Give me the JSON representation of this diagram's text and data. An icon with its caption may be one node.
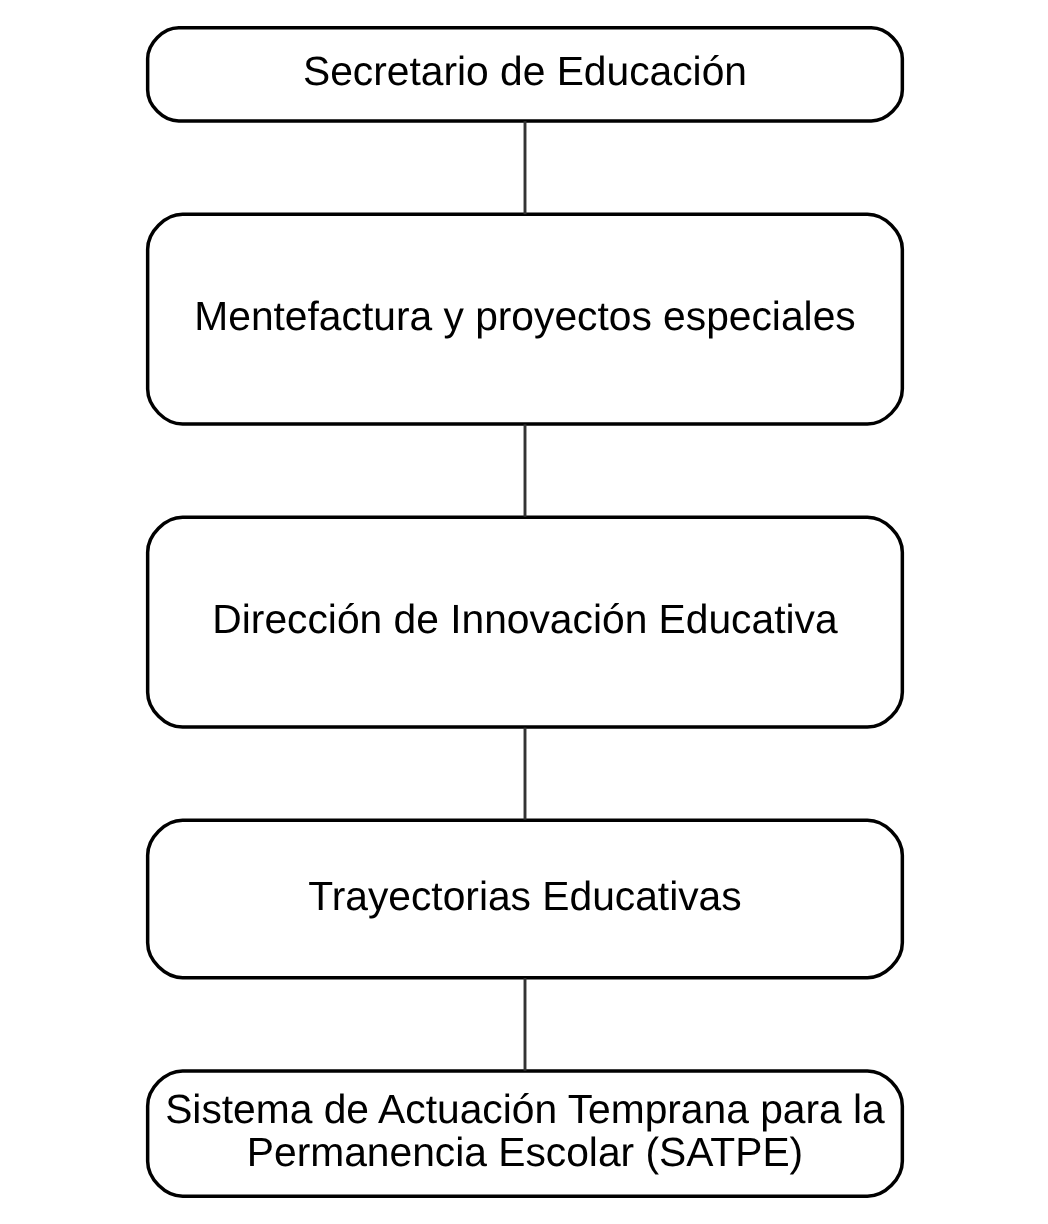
{
  "diagram": {
    "nodes": [
      {
        "text": [
          "Secretario de Educación"
        ]
      },
      {
        "text": [
          "Mentefactura y proyectos especiales"
        ]
      },
      {
        "text": [
          "Dirección de Innovación Educativa"
        ]
      },
      {
        "text": [
          "Trayectorias Educativas"
        ]
      },
      {
        "text": [
          "Sistema de Actuación Temprana para la Permanencia Escolar (SATPE)"
        ]
      }
    ],
    "edges": [
      {
        "from": 0,
        "to": 1,
        "arrow": "none"
      },
      {
        "from": 1,
        "to": 2,
        "arrow": "none"
      },
      {
        "from": 2,
        "to": 3,
        "arrow": "none"
      },
      {
        "from": 3,
        "to": 4,
        "arrow": "none"
      }
    ]
  }
}
